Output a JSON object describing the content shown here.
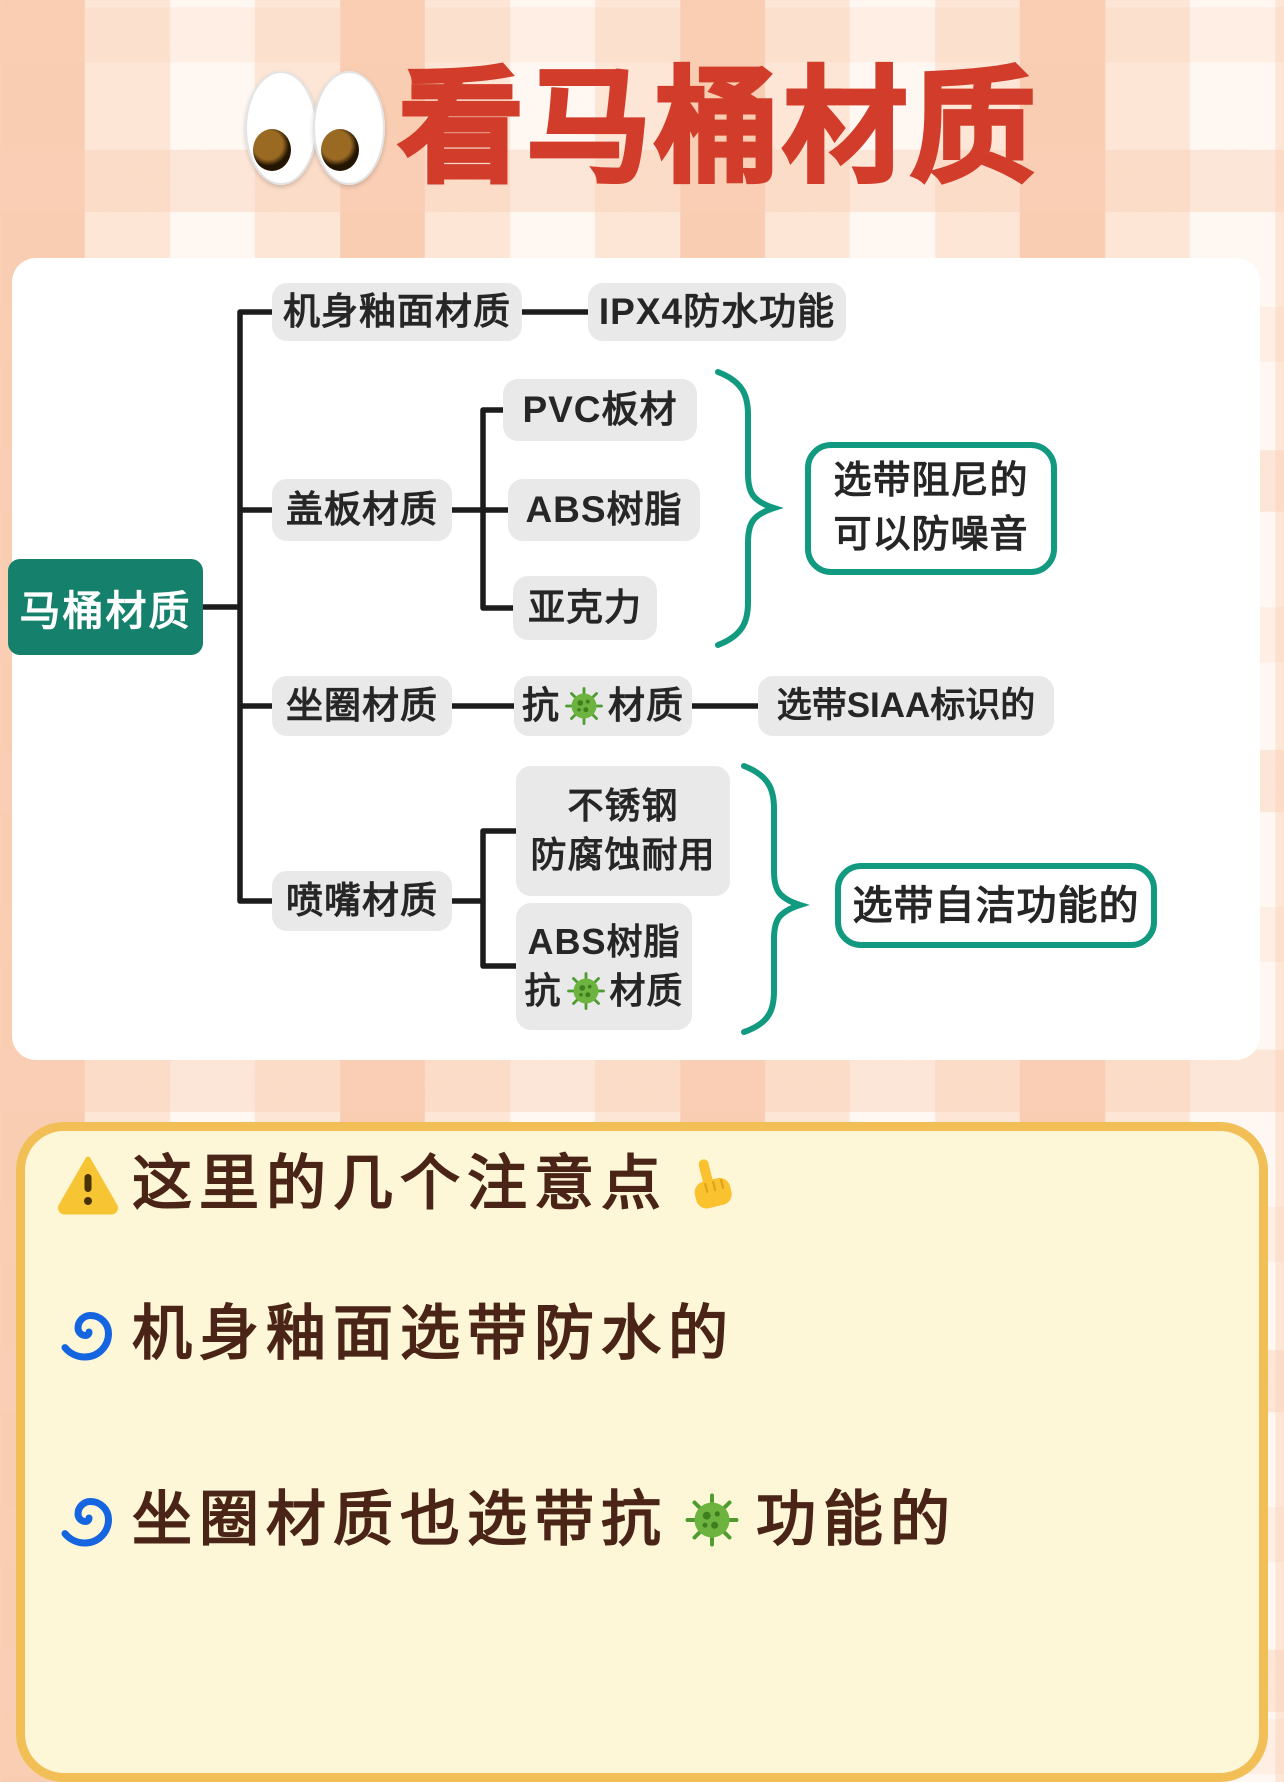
{
  "title": {
    "icon": "eyes-icon",
    "text": "看马桶材质",
    "color": "#d23c2a"
  },
  "mindmap": {
    "root": {
      "label": "马桶材质"
    },
    "branches": {
      "body": {
        "label": "机身釉面材质",
        "child": "IPX4防水功能"
      },
      "cover": {
        "label": "盖板材质",
        "children": [
          "PVC板材",
          "ABS树脂",
          "亚克力"
        ],
        "note_line1": "选带阻尼的",
        "note_line2": "可以防噪音"
      },
      "seat": {
        "label": "坐圈材质",
        "child_pre": "抗",
        "child_icon": "microbe-icon",
        "child_post": "材质",
        "note": "选带SIAA标识的"
      },
      "nozzle": {
        "label": "喷嘴材质",
        "child1_line1": "不锈钢",
        "child1_line2": "防腐蚀耐用",
        "child2_line1": "ABS树脂",
        "child2_pre": "抗",
        "child2_icon": "microbe-icon",
        "child2_post": "材质",
        "note": "选带自洁功能的"
      }
    }
  },
  "notes": {
    "line1": {
      "icon_left": "warning-icon",
      "text": "这里的几个注意点",
      "icon_right": "pointing-hand-icon"
    },
    "line2": {
      "icon_left": "cyclone-spiral-icon",
      "text": "机身釉面选带防水的"
    },
    "line3": {
      "icon_left": "cyclone-spiral-icon",
      "text_pre": "坐圈材质也选带抗",
      "icon_mid": "microbe-icon",
      "text_post": "功能的"
    }
  },
  "colors": {
    "title_red": "#d23c2a",
    "teal_accent": "#129a80",
    "root_teal": "#15806b",
    "node_gray": "#e9e9e9",
    "notes_bg": "#fdf7d8",
    "notes_border": "#f2bf56",
    "notes_text": "#4b2418",
    "spiral_blue": "#1565e0",
    "microbe_green": "#6cb33f"
  }
}
